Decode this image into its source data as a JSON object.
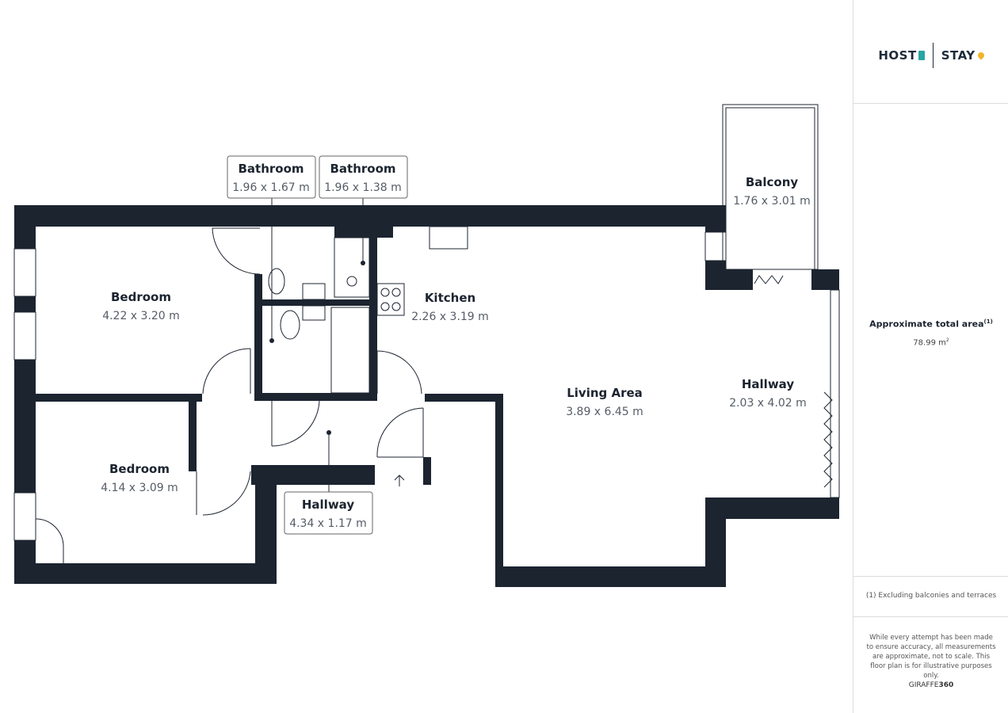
{
  "brand": {
    "logo_left": "HOST",
    "logo_right": "STAY",
    "accent_color": "#2aa5a0",
    "pin_color": "#f0b429"
  },
  "colors": {
    "wall": "#1c2430",
    "window": "#ffffff",
    "text": "#1c2430",
    "subtext": "#555c66"
  },
  "rooms": [
    {
      "name": "Bathroom",
      "dims": "1.96 x 1.67 m"
    },
    {
      "name": "Bathroom",
      "dims": "1.96 x 1.38 m"
    },
    {
      "name": "Balcony",
      "dims": "1.76 x 3.01 m"
    },
    {
      "name": "Bedroom",
      "dims": "4.22 x 3.20 m"
    },
    {
      "name": "Kitchen",
      "dims": "2.26 x 3.19 m"
    },
    {
      "name": "Living Area",
      "dims": "3.89 x 6.45 m"
    },
    {
      "name": "Hallway",
      "dims": "2.03 x 4.02 m"
    },
    {
      "name": "Bedroom",
      "dims": "4.14 x 3.09 m"
    },
    {
      "name": "Hallway",
      "dims": "4.34 x 1.17 m"
    }
  ],
  "summary": {
    "area_label": "Approximate total area",
    "area_note_ref": "(1)",
    "area_value": "78.99 m",
    "area_unit_sup": "2",
    "footnote": "(1) Excluding balconies and terraces",
    "disclaimer": "While every attempt has been made to ensure accuracy, all measurements are approximate, not to scale. This floor plan is for illustrative purposes only.",
    "credit_prefix": "GIRAFFE",
    "credit_suffix": "360"
  }
}
